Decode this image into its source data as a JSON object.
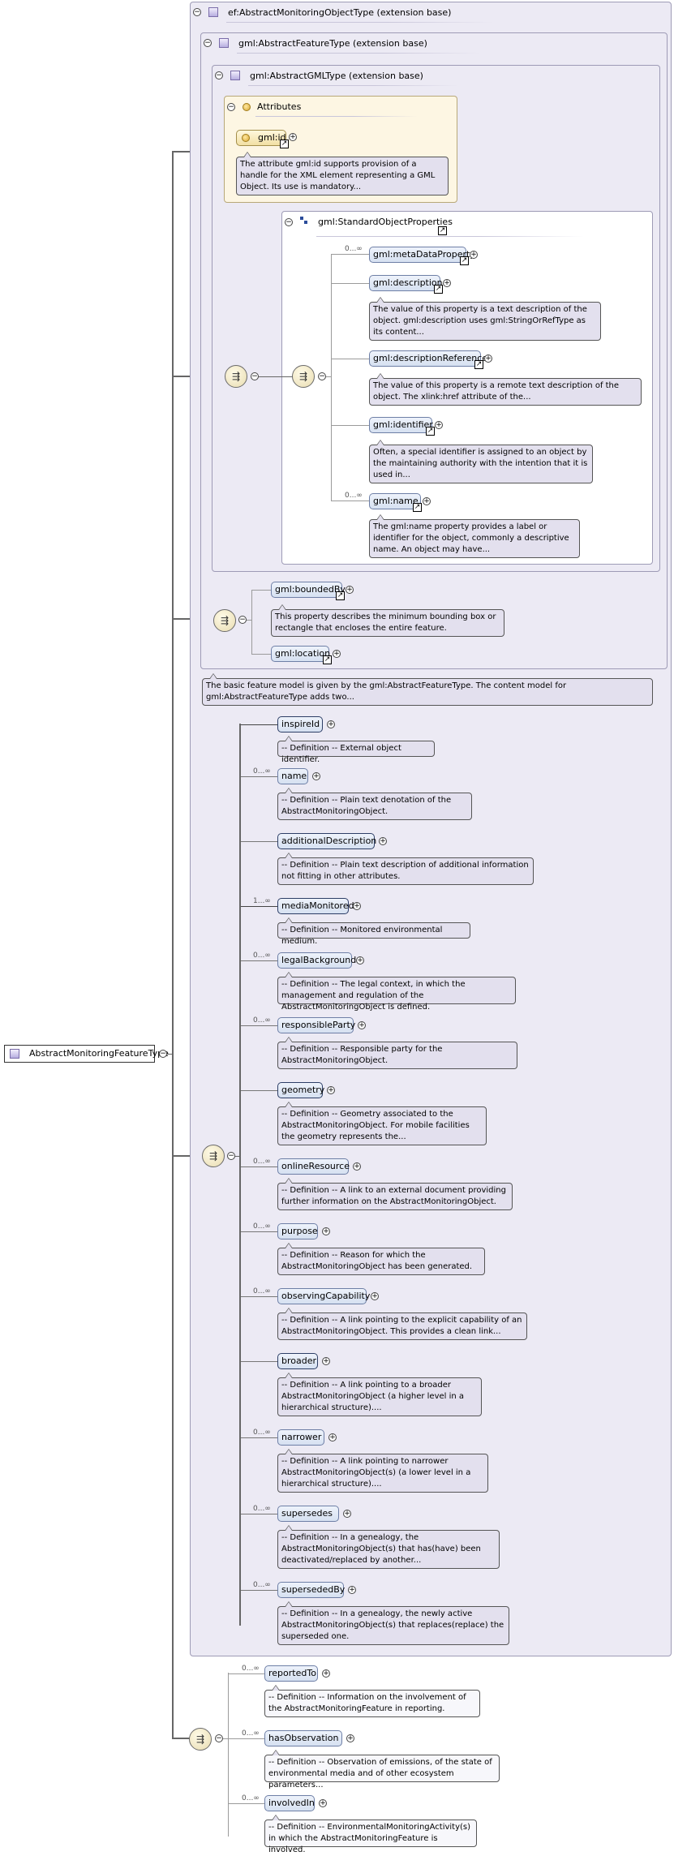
{
  "root": {
    "label": "AbstractMonitoringFeatureType"
  },
  "ext_ef": {
    "label": "ef:AbstractMonitoringObjectType (extension base)"
  },
  "ext_feature": {
    "label": "gml:AbstractFeatureType (extension base)"
  },
  "ext_gml": {
    "label": "gml:AbstractGMLType (extension base)"
  },
  "attributes": {
    "label": "Attributes",
    "id_label": "gml:id",
    "id_doc": "The attribute gml:id supports provision of a handle for the XML element representing a GML Object. Its use is mandatory..."
  },
  "std_props": {
    "label": "gml:StandardObjectProperties",
    "items": [
      {
        "label": "gml:metaDataProperty",
        "card": "0...∞",
        "doc": ""
      },
      {
        "label": "gml:description",
        "card": "",
        "doc": "The value of this property is a text description of the object. gml:description uses gml:StringOrRefType as its content..."
      },
      {
        "label": "gml:descriptionReference",
        "card": "",
        "doc": "The value of this property is a remote text description of the object. The xlink:href attribute of the..."
      },
      {
        "label": "gml:identifier",
        "card": "",
        "doc": "Often, a special identifier is assigned to an object by the maintaining authority with the intention that it is used in..."
      },
      {
        "label": "gml:name",
        "card": "0...∞",
        "doc": "The gml:name property provides a label or identifier for the object, commonly a descriptive name. An object may have..."
      }
    ]
  },
  "feature_items": [
    {
      "label": "gml:boundedBy",
      "doc": "This property describes the minimum bounding box or rectangle that encloses the entire feature."
    },
    {
      "label": "gml:location",
      "doc": ""
    }
  ],
  "feature_doc": "The basic feature model is given by the gml:AbstractFeatureType. The content model for gml:AbstractFeatureType adds two...",
  "ef_items": [
    {
      "label": "inspireId",
      "card": "",
      "doc": "-- Definition -- External object identifier."
    },
    {
      "label": "name",
      "card": "0...∞",
      "doc": "-- Definition -- Plain text denotation of the AbstractMonitoringObject."
    },
    {
      "label": "additionalDescription",
      "card": "",
      "doc": "-- Definition -- Plain text description of additional information not fitting in other attributes."
    },
    {
      "label": "mediaMonitored",
      "card": "1...∞",
      "doc": "-- Definition -- Monitored environmental medium."
    },
    {
      "label": "legalBackground",
      "card": "0...∞",
      "doc": "-- Definition -- The legal context, in which the management and regulation of the AbstractMonitoringObject is defined."
    },
    {
      "label": "responsibleParty",
      "card": "0...∞",
      "doc": "-- Definition -- Responsible party for the AbstractMonitoringObject."
    },
    {
      "label": "geometry",
      "card": "",
      "doc": "-- Definition -- Geometry associated to the AbstractMonitoringObject. For mobile facilities the geometry represents the..."
    },
    {
      "label": "onlineResource",
      "card": "0...∞",
      "doc": "-- Definition -- A link to an external document providing further information on the AbstractMonitoringObject."
    },
    {
      "label": "purpose",
      "card": "0...∞",
      "doc": "-- Definition -- Reason for which the AbstractMonitoringObject has been generated."
    },
    {
      "label": "observingCapability",
      "card": "0...∞",
      "doc": "-- Definition -- A link pointing to the explicit capability of an AbstractMonitoringObject. This provides a clean link..."
    },
    {
      "label": "broader",
      "card": "",
      "doc": "-- Definition -- A link pointing to a broader AbstractMonitoringObject (a higher level in a hierarchical structure)...."
    },
    {
      "label": "narrower",
      "card": "0...∞",
      "doc": "-- Definition -- A link pointing to narrower AbstractMonitoringObject(s) (a lower level in a hierarchical structure)...."
    },
    {
      "label": "supersedes",
      "card": "0...∞",
      "doc": "-- Definition -- In a genealogy, the AbstractMonitoringObject(s) that has(have) been deactivated/replaced by another..."
    },
    {
      "label": "supersededBy",
      "card": "0...∞",
      "doc": "-- Definition -- In a genealogy, the newly active AbstractMonitoringObject(s) that replaces(replace) the superseded one."
    }
  ],
  "bottom_items": [
    {
      "label": "reportedTo",
      "card": "0...∞",
      "doc": "-- Definition -- Information on the involvement of the AbstractMonitoringFeature in reporting."
    },
    {
      "label": "hasObservation",
      "card": "0...∞",
      "doc": "-- Definition -- Observation of emissions, of the state of environmental media and of other ecosystem parameters..."
    },
    {
      "label": "involvedIn",
      "card": "0...∞",
      "doc": "-- Definition -- EnvironmentalMonitoringActivity(s) in which the AbstractMonitoringFeature is involved."
    }
  ]
}
